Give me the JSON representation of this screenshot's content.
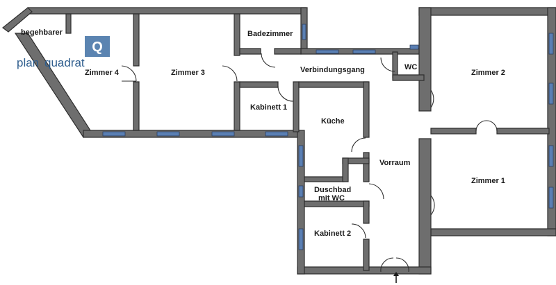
{
  "rooms": {
    "zimmer4": "Zimmer 4",
    "zimmer3": "Zimmer 3",
    "badezimmer": "Badezimmer",
    "verbindungsgang": "Verbindungsgang",
    "wc": "WC",
    "zimmer2": "Zimmer 2",
    "zimmer1": "Zimmer 1",
    "kabinett1": "Kabinett 1",
    "kueche": "Küche",
    "vorraum": "Vorraum",
    "duschbad_line1": "Duschbad",
    "duschbad_line2": "mit WC",
    "kabinett2": "Kabinett 2",
    "begehbarer": "begehbarer"
  },
  "logo": {
    "word1": "plan",
    "word2": "quadrat",
    "mark": "Q",
    "color": "#5b84b1"
  },
  "colors": {
    "wall": "#6e6e6e",
    "window": "#5a7fb3"
  },
  "icons": {
    "entrance": "arrow-up-icon"
  }
}
